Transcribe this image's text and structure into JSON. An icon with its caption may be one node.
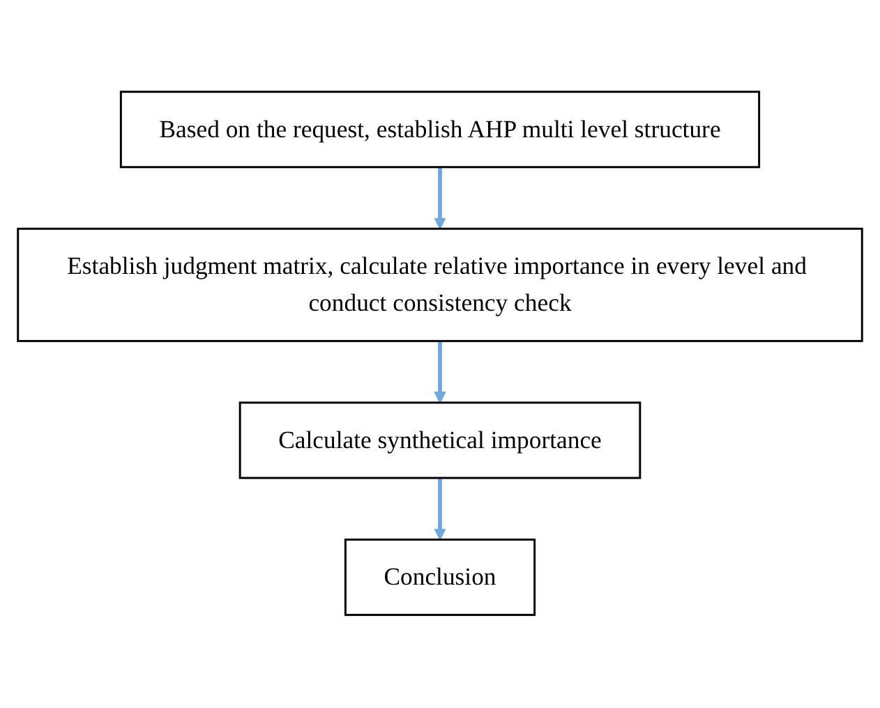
{
  "diagram": {
    "nodes": [
      {
        "text": [
          "Based on the request, establish AHP multi level structure"
        ]
      },
      {
        "text": [
          "Establish judgment matrix, calculate relative importance in every level and conduct consistency check"
        ]
      },
      {
        "text": [
          "Calculate synthetical importance"
        ]
      },
      {
        "text": [
          "Conclusion"
        ]
      }
    ],
    "edges": [
      {
        "from": 0,
        "to": 1,
        "arrow": "to"
      },
      {
        "from": 1,
        "to": 2,
        "arrow": "to"
      },
      {
        "from": 2,
        "to": 3,
        "arrow": "to"
      }
    ]
  }
}
